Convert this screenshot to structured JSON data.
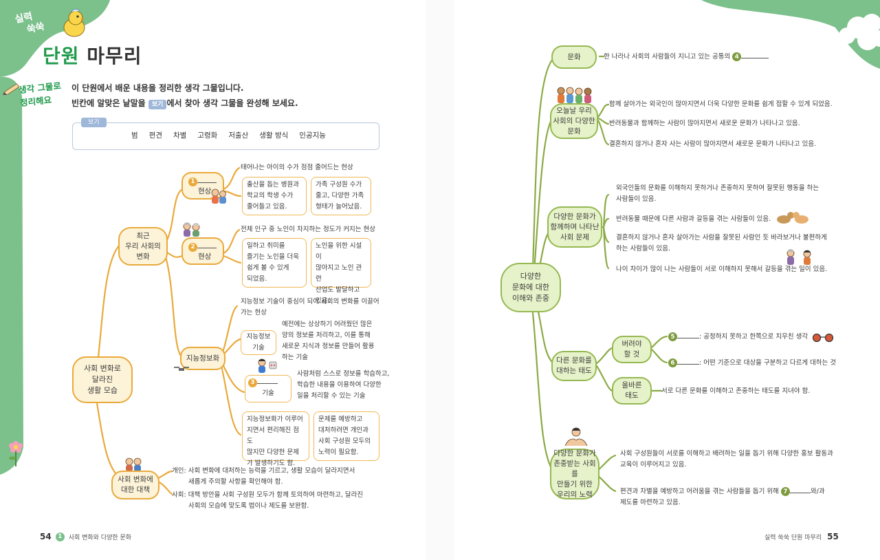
{
  "header": {
    "badge": [
      "실력",
      "쑥쑥"
    ],
    "title_a": "단원",
    "title_b": "마무리",
    "side_label": [
      "생각 그물로",
      "정리해요"
    ],
    "intro_line1": "이 단원에서 배운 내용을 정리한 생각 그물입니다.",
    "intro_a": "빈칸에 알맞은 낱말을",
    "intro_tag": "보기",
    "intro_b": "에서 찾아 생각 그물을 완성해 보세요."
  },
  "bogi": {
    "label": "보기",
    "words": [
      "범",
      "편견",
      "차별",
      "고령화",
      "저출산",
      "생활 방식",
      "인공지능"
    ]
  },
  "left": {
    "root": [
      "사회 변화로",
      "달라진",
      "생활 모습"
    ],
    "recent": [
      "최근",
      "우리 사회의",
      "변화"
    ],
    "b1_num": "1",
    "b1_label": "현상",
    "b1_desc": "태어나는 아이의 수가 점점 줄어드는 현상",
    "b1_box1": [
      "출산을 돕는 병원과",
      "학교의 학생 수가",
      "줄어들고 있음."
    ],
    "b1_box2": [
      "가족 구성원 수가",
      "줄고, 다양한 가족",
      "형태가 늘어났음."
    ],
    "b2_num": "2",
    "b2_label": "현상",
    "b2_desc": "전체 인구 중 노인이 차지하는 정도가 커지는 현상",
    "b2_box1": [
      "일하고 취미를",
      "즐기는 노인을 더욱",
      "쉽게 볼 수 있게",
      "되었음."
    ],
    "b2_box2": [
      "노인을 위한 시설이",
      "많아지고 노인 관련",
      "산업도 발달하고",
      "있음."
    ],
    "b3_label": "지능정보화",
    "b3_desc": [
      "지능정보 기술이 중심이 되어 사회의 변화를 이끌어",
      "가는 현상"
    ],
    "b3_sub1": [
      "지능정보",
      "기술"
    ],
    "b3_sub1_desc": [
      "예전에는 상상하기 어려웠던 많은",
      "양의 정보를 처리하고, 이를 통해",
      "새로운 지식과 정보를 만들어 활용",
      "하는 기술"
    ],
    "b3_sub2_num": "3",
    "b3_sub2_label": "기술",
    "b3_sub2_desc": [
      "사람처럼 스스로 정보를 학습하고,",
      "학습한 내용을 이용하여 다양한",
      "일을 처리할 수 있는 기술"
    ],
    "b3_box1": [
      "지능정보화가 이루어",
      "지면서 편리해진 점도",
      "많지만 다양한 문제",
      "가 발생하기도 함."
    ],
    "b3_box2": [
      "문제를 예방하고",
      "대처하려면 개인과",
      "사회 구성원 모두의",
      "노력이 필요함."
    ],
    "response": [
      "사회 변화에",
      "대한 대책"
    ],
    "resp1": [
      "개인: 사회 변화에 대처하는 능력을 기르고, 생활 모습이 달라지면서",
      "새롭게 주의할 사항을 확인해야 함."
    ],
    "resp2": [
      "사회: 대책 방안을 사회 구성원 모두가 함께 토의하여 마련하고, 달라진",
      "사회의 모습에 맞도록 법이나 제도를 보완함."
    ]
  },
  "right": {
    "root": [
      "다양한",
      "문화에 대한",
      "이해와 존중"
    ],
    "culture_label": "문화",
    "culture_desc": "한 나라나 사회의 사람들이 지니고 있는 공통의",
    "culture_num": "4",
    "today_label": [
      "오늘날 우리",
      "사회의 다양한",
      "문화"
    ],
    "today_1": "함께 살아가는 외국인이 많아지면서 더욱 다양한 문화를 쉽게 접할 수 있게 되었음.",
    "today_2": "반려동물과 함께하는 사람이 많아지면서 새로운 문화가 나타나고 있음.",
    "today_3": "결혼하지 않거나 혼자 사는 사람이 많아지면서 새로운 문화가 나타나고 있음.",
    "problem_label": [
      "다양한 문화가",
      "함께하며 나타난",
      "사회 문제"
    ],
    "problem_1": [
      "외국인들의 문화를 이해하지 못하거나 존중하지 못하여 잘못된 행동을 하는",
      "사람들이 있음."
    ],
    "problem_2": "반려동물 때문에 다른 사람과 갈등을 겪는 사람들이 있음.",
    "problem_3": [
      "결혼하지 않거나 혼자 살아가는 사람을 잘못된 사람인 듯 바라보거나 불편하게",
      "하는 사람들이 있음."
    ],
    "problem_4": "나이 차이가 많이 나는 사람들이 서로 이해하지 못해서 갈등을 겪는 일이 있음.",
    "attitude_label": [
      "다른 문화를",
      "대하는 태도"
    ],
    "avoid_label": [
      "버려야",
      "할 것"
    ],
    "avoid_1_num": "5",
    "avoid_1": ": 공정하지 못하고 한쪽으로 치우친 생각",
    "avoid_2_num": "6",
    "avoid_2": ": 어떤 기준으로 대상을 구분하고 다르게 대하는 것",
    "correct_label": [
      "올바른",
      "태도"
    ],
    "correct_1": "서로 다른 문화를 이해하고 존중하는 태도를 지녀야 함.",
    "effort_label": [
      "다양한 문화가",
      "존중받는 사회를",
      "만들기 위한",
      "우리의 노력"
    ],
    "effort_1": [
      "사회 구성원들이 서로를 이해하고 배려하는 일을 돕기 위해 다양한 홍보 활동과",
      "교육이 이루어지고 있음."
    ],
    "effort_2a": "편견과 차별을 예방하고 어려움을 겪는 사람들을 돕기 위해",
    "effort_2_num": "7",
    "effort_2b": "와/과",
    "effort_2c": "제도를 마련하고 있음."
  },
  "footer": {
    "left_page": "54",
    "left_unit_num": "1",
    "left_unit": "사회 변화와 다양한 문화",
    "right_text": "실력 쑥쑥 단원 마무리",
    "right_page": "55"
  }
}
